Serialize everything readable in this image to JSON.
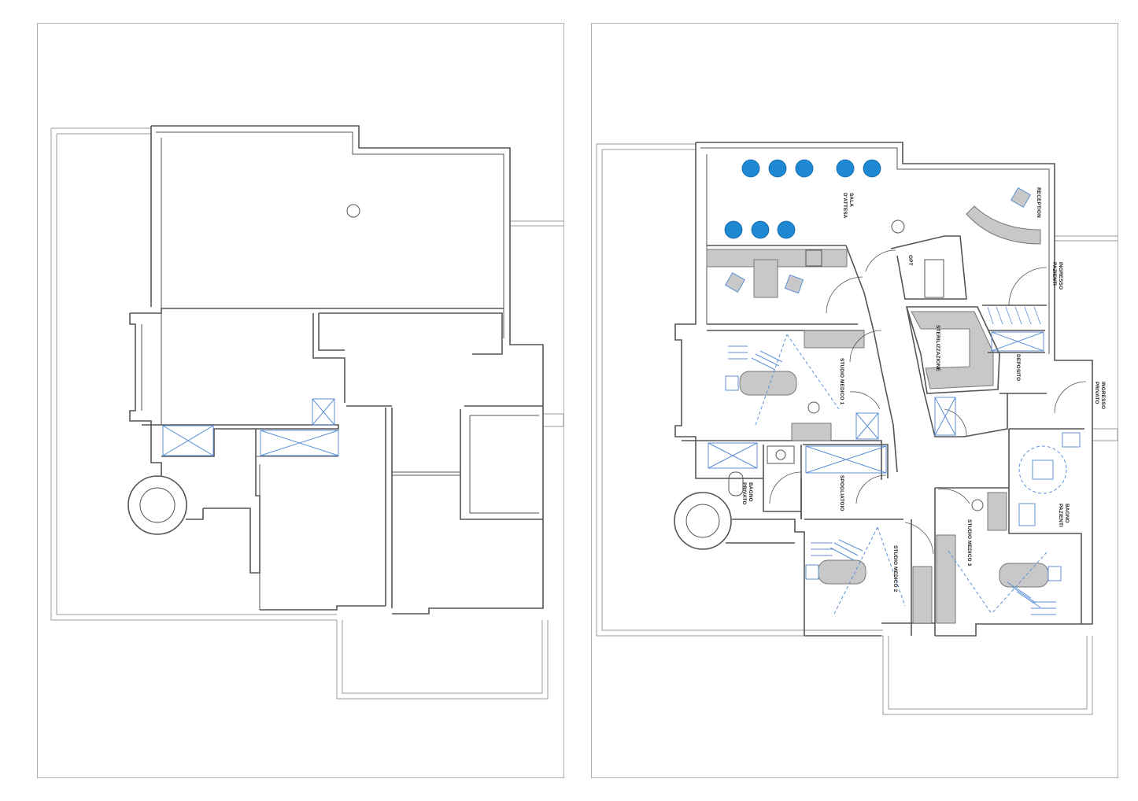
{
  "colors": {
    "wall": "#555555",
    "thin_line": "#9a9a9a",
    "furniture_fill": "#c8c8c8",
    "equipment_blue": "#5c8fd6",
    "chair_blue": "#1e88d2",
    "frame": "#b0b0b0",
    "label": "#222222"
  },
  "sheets": {
    "existing": {
      "name": "existing-plan"
    },
    "project": {
      "name": "project-plan",
      "rooms": [
        {
          "id": "sala",
          "lines": [
            "SALA",
            "D'ATTESA"
          ]
        },
        {
          "id": "reception",
          "lines": [
            "RECEPTION"
          ]
        },
        {
          "id": "opt",
          "lines": [
            "OPT"
          ]
        },
        {
          "id": "ingresso-pazienti",
          "lines": [
            "INGRESSO",
            "PAZIENTI"
          ]
        },
        {
          "id": "sterilizzazione",
          "lines": [
            "STERILIZZAZIONE"
          ]
        },
        {
          "id": "deposito",
          "lines": [
            "DEPOSITO"
          ]
        },
        {
          "id": "ingresso-privato",
          "lines": [
            "INGRESSO",
            "PRIVATO"
          ]
        },
        {
          "id": "studio-1",
          "lines": [
            "STUDIO MEDICO 1"
          ]
        },
        {
          "id": "bagno-privato",
          "lines": [
            "BAGNO",
            "PRIVATO"
          ]
        },
        {
          "id": "spogliatoio",
          "lines": [
            "SPOGLIATOIO"
          ]
        },
        {
          "id": "studio-2",
          "lines": [
            "STUDIO MEDICO 2"
          ]
        },
        {
          "id": "studio-3",
          "lines": [
            "STUDIO MEDICO 3"
          ]
        },
        {
          "id": "bagno-pazienti",
          "lines": [
            "BAGNO",
            "PAZIENTI"
          ]
        }
      ]
    }
  }
}
